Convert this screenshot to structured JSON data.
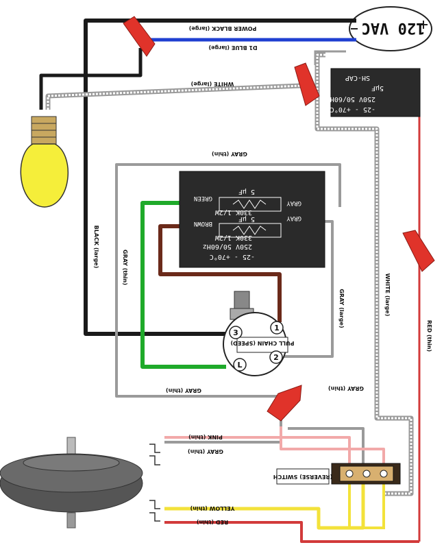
{
  "supply": {
    "voltage": "120 VAC"
  },
  "wires": {
    "power_black": "POWER BLACK (large)",
    "d1_blue": "D1 BLUE (large)",
    "white_top": "WHITE (large)",
    "black_vertical": "BLACK (large)",
    "gray_left_vertical": "GRAY (thin)",
    "gray_top": "GRAY (thin)",
    "gray_right_vertical": "GRAY (large)",
    "gray_bottom_left": "GRAY (thin)",
    "gray_bottom_right": "GRAY (thin)",
    "white_vertical": "WHITE (large)",
    "red_vertical": "RED (thin)"
  },
  "capacitor_main": {
    "left_labels": [
      "GREEN",
      "BROWN"
    ],
    "right_labels": [
      "GRAY",
      "GRAY"
    ],
    "lines": [
      "5 μF",
      "330K 1/2W",
      "5 μF",
      "330K 1/2W",
      "250V 50/60Hz",
      "-25 - +70°C"
    ]
  },
  "capacitor_small": {
    "lines": [
      "SH-CAP",
      "5μF",
      "250V 50/60Hz",
      "-25 - +70°C"
    ]
  },
  "pull_chain": {
    "label": "PULL CHAIN (SPEED)",
    "terminals": [
      "1",
      "2",
      "3",
      "L"
    ]
  },
  "motor_leads": {
    "pink": "PINK (thin)",
    "gray": "GRAY (thin)",
    "yellow": "YELLOW (thin)",
    "red": "RED (thin)"
  },
  "reverse_switch": {
    "label": "(REVERSE) SWITCH"
  },
  "colors": {
    "black": "#1a1a1a",
    "blue": "#1f3fd1",
    "green": "#1faa2a",
    "brown": "#6b2a1a",
    "gray": "#9a9a9a",
    "red": "#d23a3a",
    "pink": "#f2a9a9",
    "yellow": "#f3e23a",
    "wirenut": "#e0332a",
    "bulb": "#f5ee3a"
  }
}
